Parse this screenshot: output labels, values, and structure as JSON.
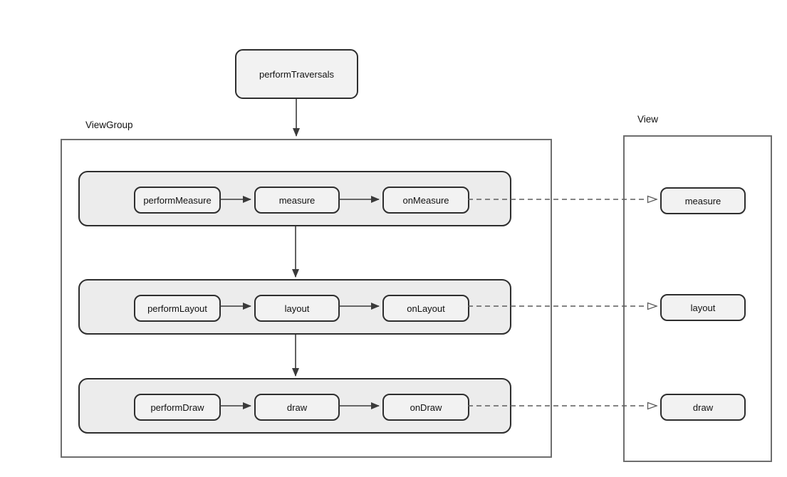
{
  "diagram": {
    "root": {
      "label": "performTraversals"
    },
    "viewgroup": {
      "label": "ViewGroup",
      "rows": [
        {
          "caller": "performMeasure",
          "method": "measure",
          "callback": "onMeasure"
        },
        {
          "caller": "performLayout",
          "method": "layout",
          "callback": "onLayout"
        },
        {
          "caller": "performDraw",
          "method": "draw",
          "callback": "onDraw"
        }
      ]
    },
    "view": {
      "label": "View",
      "methods": [
        {
          "label": "measure"
        },
        {
          "label": "layout"
        },
        {
          "label": "draw"
        }
      ]
    },
    "colors": {
      "node_fill": "#f2f2f2",
      "row_fill": "#ececec",
      "node_border": "#2e2e2e",
      "container_border": "#6e6e6e",
      "solid_arrow": "#3a3a3a",
      "dashed_arrow": "#5c5c5c",
      "text": "#111111",
      "background": "#ffffff"
    }
  }
}
